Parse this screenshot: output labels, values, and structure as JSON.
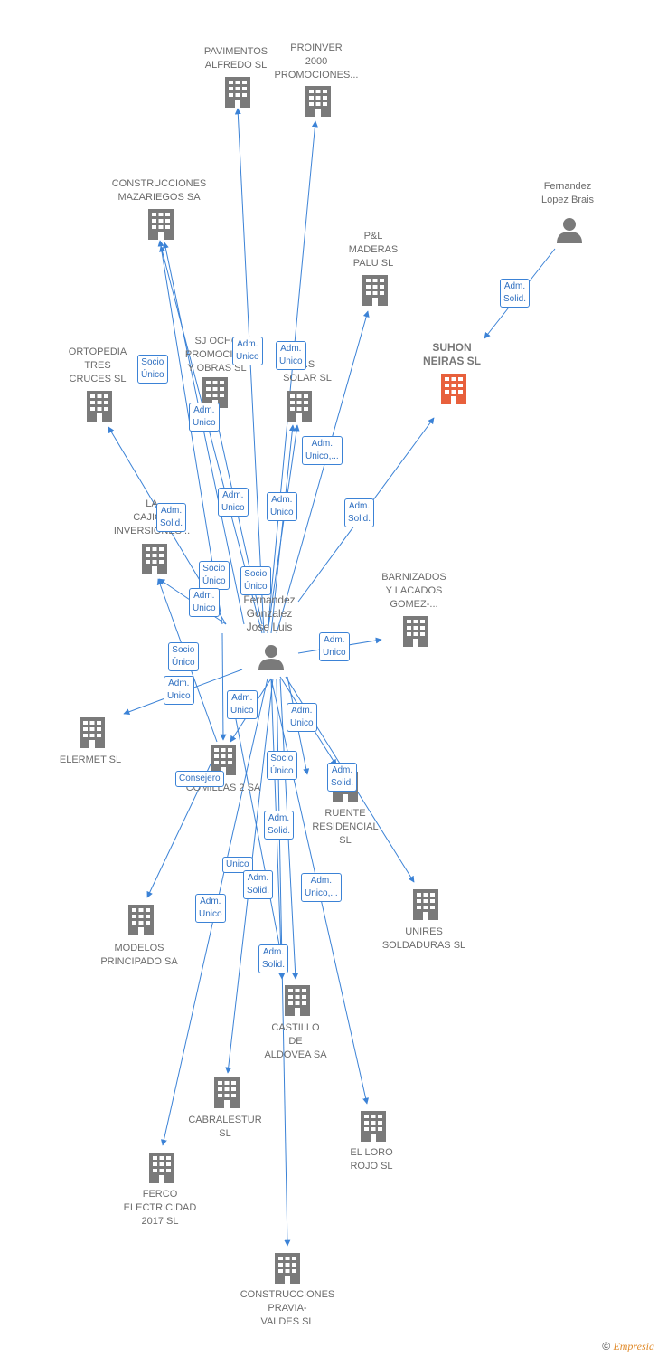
{
  "diagram": {
    "center_person": "Fernandez\nGonzalez\nJose Luis",
    "nodes": [
      {
        "id": "pavimentos",
        "label": "PAVIMENTOS\nALFREDO SL",
        "kind": "company"
      },
      {
        "id": "proinver",
        "label": "PROINVER\n2000\nPROMOCIONES...",
        "kind": "company"
      },
      {
        "id": "mazariegos",
        "label": "CONSTRUCCIONES\nMAZARIEGOS SA",
        "kind": "company"
      },
      {
        "id": "fernandez_lopez",
        "label": "Fernandez\nLopez Brais",
        "kind": "person"
      },
      {
        "id": "pl_maderas",
        "label": "P&L\nMADERAS\nPALU SL",
        "kind": "company"
      },
      {
        "id": "suhon",
        "label": "SUHON\nNEIRAS SL",
        "kind": "company",
        "highlight": true
      },
      {
        "id": "ortopedia",
        "label": "ORTOPEDIA\nTRES\nCRUCES SL",
        "kind": "company"
      },
      {
        "id": "sj_ocho",
        "label": "SJ OCHO\nPROMOCIO...\nY OBRAS SL",
        "kind": "company"
      },
      {
        "id": "solar",
        "label": "...S\nSOLAR SL",
        "kind": "company"
      },
      {
        "id": "cajiga",
        "label": "LA\nCAJIG...\nINVERSIONES...",
        "kind": "company"
      },
      {
        "id": "barnizados",
        "label": "BARNIZADOS\nY LACADOS\nGOMEZ-...",
        "kind": "company"
      },
      {
        "id": "elermet",
        "label": "ELERMET SL",
        "kind": "company"
      },
      {
        "id": "comillas",
        "label": "COMILLAS 2 SA",
        "kind": "company"
      },
      {
        "id": "ruente",
        "label": "RUENTE\nRESIDENCIAL\nSL",
        "kind": "company"
      },
      {
        "id": "unires",
        "label": "UNIRES\nSOLDADURAS SL",
        "kind": "company"
      },
      {
        "id": "modelos",
        "label": "MODELOS\nPRINCIPADO SA",
        "kind": "company"
      },
      {
        "id": "castillo",
        "label": "CASTILLO\nDE\nALDOVEA SA",
        "kind": "company"
      },
      {
        "id": "cabralestur",
        "label": "CABRALESTUR\nSL",
        "kind": "company"
      },
      {
        "id": "el_loro",
        "label": "EL LORO\nROJO SL",
        "kind": "company"
      },
      {
        "id": "ferco",
        "label": "FERCO\nELECTRICIDAD\n2017 SL",
        "kind": "company"
      },
      {
        "id": "pravia",
        "label": "CONSTRUCCIONES\nPRAVIA-\nVALDES SL",
        "kind": "company"
      }
    ],
    "edge_labels": [
      "Adm.\nSolid.",
      "Adm.\nUnico",
      "Socio\nÚnico",
      "Adm.\nUnico",
      "Adm.\nUnico,...",
      "Adm.\nUnico",
      "Adm.\nUnico",
      "Adm.\nSolid.",
      "Adm.\nSolid.",
      "Socio\nÚnico",
      "Socio\nÚnico",
      "Adm.\nUnico",
      "Adm.\nUnico",
      "Socio\nÚnico",
      "Adm.\nUnico",
      "Adm.\nUnico",
      "Adm.\nUnico",
      "Consejero",
      "Socio\nÚnico",
      "Adm.\nSolid.",
      "Adm.\nUnico",
      "Adm.\nUnico,...",
      "Unico",
      "Adm.\nSolid.",
      "Adm.\nUnico",
      "Adm.\nSolid.",
      "Adm.\nSolid."
    ]
  },
  "colors": {
    "edge": "#3b82d6",
    "icon": "#7a7a7a",
    "highlight": "#e8603c",
    "text": "#6b6b6b"
  },
  "footer": {
    "copyright": "©",
    "brand": "Empresia"
  }
}
